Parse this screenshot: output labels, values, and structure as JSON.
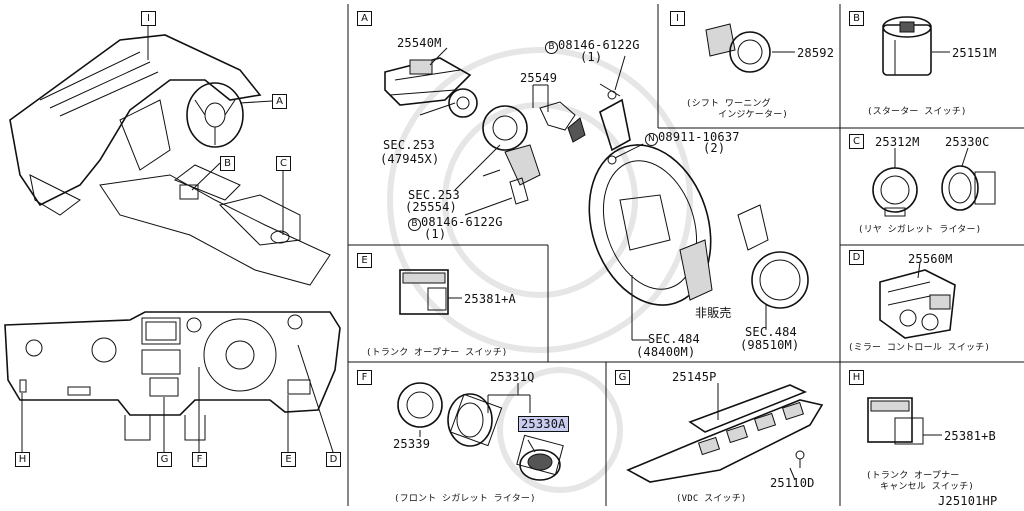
{
  "diagram_code": "J25101HP",
  "overview": {
    "callouts": [
      "I",
      "A",
      "B",
      "C",
      "H",
      "G",
      "F",
      "E",
      "D"
    ]
  },
  "panels": {
    "A": {
      "tag": "A",
      "parts": {
        "p25540M": "25540M",
        "p25549": "25549",
        "bolt1": "08146-6122G",
        "bolt1_qty": "(1)",
        "bolt2": "08146-6122G",
        "bolt2_qty": "(1)",
        "nut": "08911-10637",
        "nut_qty": "(2)",
        "sec253a": "SEC.253",
        "sec253a_sub": "(47945X)",
        "sec253b": "SEC.253",
        "sec253b_sub": "(25554)",
        "sec484a": "SEC.484",
        "sec484a_sub": "(48400M)",
        "sec484b": "SEC.484",
        "sec484b_sub": "(98510M)",
        "not_for_sale": "非販売",
        "bolt_prefix": "B",
        "nut_prefix": "N"
      }
    },
    "I": {
      "tag": "I",
      "part": "28592",
      "caption1": "(シフト ワーニング",
      "caption2": "インジケーター)"
    },
    "B": {
      "tag": "B",
      "part": "25151M",
      "caption": "(スターター スイッチ)"
    },
    "C": {
      "tag": "C",
      "part1": "25312M",
      "part2": "25330C",
      "caption": "(リヤ シガレット ライター)"
    },
    "D": {
      "tag": "D",
      "part": "25560M",
      "caption": "(ミラー コントロール スイッチ)"
    },
    "E": {
      "tag": "E",
      "part": "25381+A",
      "caption": "(トランク オープナー スイッチ)"
    },
    "F": {
      "tag": "F",
      "part1": "25331Q",
      "part2": "25330A",
      "part3": "25339",
      "caption": "(フロント シガレット ライター)"
    },
    "G": {
      "tag": "G",
      "part1": "25145P",
      "part2": "25110D",
      "caption": "(VDC スイッチ)"
    },
    "H": {
      "tag": "H",
      "part": "25381+B",
      "caption1": "(トランク オープナー",
      "caption2": "キャンセル スイッチ)"
    }
  }
}
